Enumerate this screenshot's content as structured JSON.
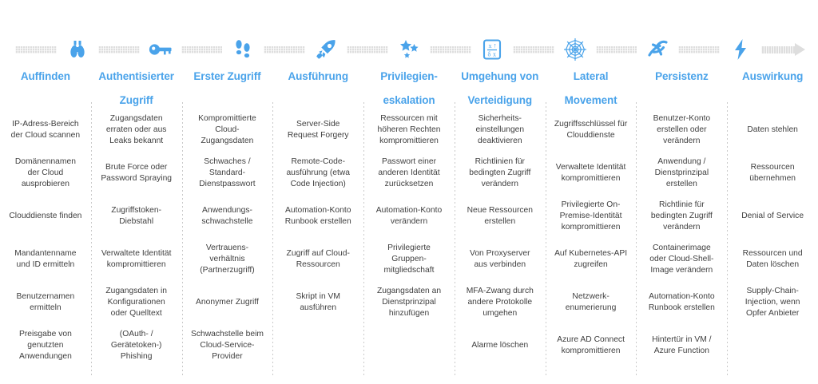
{
  "meta": {
    "accent_color": "#4aa3ea",
    "text_color": "#3f3f3f",
    "rail_color": "#dedede",
    "divider_color": "#c9c9c9"
  },
  "rail": {
    "icons": [
      {
        "name": "binoculars-icon",
        "stage": "Auffinden"
      },
      {
        "name": "key-icon",
        "stage": "Authentisierter Zugriff"
      },
      {
        "name": "footprints-icon",
        "stage": "Erster Zugriff"
      },
      {
        "name": "rocket-icon",
        "stage": "Ausführung"
      },
      {
        "name": "stars-icon",
        "stage": "Privilegieneskalation"
      },
      {
        "name": "evasion-board-icon",
        "stage": "Umgehung von Verteidigung"
      },
      {
        "name": "spider-web-icon",
        "stage": "Lateral Movement"
      },
      {
        "name": "rope-knot-icon",
        "stage": "Persistenz"
      },
      {
        "name": "lightning-bolt-icon",
        "stage": "Auswirkung"
      }
    ]
  },
  "columns": [
    {
      "id": "auffinden",
      "title_lines": [
        "Auffinden"
      ],
      "items": [
        "IP-Adress-Bereich der Cloud scannen",
        "Domänennamen der Cloud ausprobieren",
        "Clouddienste finden",
        "Mandantenname und ID ermitteln",
        "Benutzernamen ermitteln",
        "Preisgabe von genutzten Anwendungen"
      ]
    },
    {
      "id": "authentisierter-zugriff",
      "title_lines": [
        "Authentisierter",
        "Zugriff"
      ],
      "items": [
        "Zugangsdaten erraten oder aus Leaks bekannt",
        "Brute Force oder Password Spraying",
        "Zugriffstoken-Diebstahl",
        "Verwaltete Identität kompromittieren",
        "Zugangsdaten in Konfigurationen oder Quelltext",
        "(OAuth- / Gerätetoken-) Phishing"
      ]
    },
    {
      "id": "erster-zugriff",
      "title_lines": [
        "Erster Zugriff"
      ],
      "items": [
        "Kompromittierte Cloud-Zugangsdaten",
        "Schwaches / Standard-Dienstpasswort",
        "Anwendungs-schwachstelle",
        "Vertrauens-verhältnis (Partnerzugriff)",
        "Anonymer Zugriff",
        "Schwachstelle beim Cloud-Service-Provider"
      ]
    },
    {
      "id": "ausfuehrung",
      "title_lines": [
        "Ausführung"
      ],
      "items": [
        "Server-Side Request Forgery",
        "Remote-Code-ausführung (etwa Code Injection)",
        "Automation-Konto Runbook erstellen",
        "Zugriff auf Cloud-Ressourcen",
        "Skript in VM ausführen",
        ""
      ]
    },
    {
      "id": "privilegieneskalation",
      "title_lines": [
        "Privilegien-",
        "eskalation"
      ],
      "items": [
        "Ressourcen mit höheren Rechten kompromittieren",
        "Passwort einer anderen Identität zurücksetzen",
        "Automation-Konto verändern",
        "Privilegierte Gruppen-mitgliedschaft",
        "Zugangsdaten an Dienstprinzipal hinzufügen",
        ""
      ]
    },
    {
      "id": "umgehung-von-verteidigung",
      "title_lines": [
        "Umgehung von",
        "Verteidigung"
      ],
      "items": [
        "Sicherheits-einstellungen deaktivieren",
        "Richtlinien für bedingten Zugriff verändern",
        "Neue Ressourcen erstellen",
        "Von Proxyserver aus verbinden",
        "MFA-Zwang durch andere Protokolle umgehen",
        "Alarme löschen"
      ]
    },
    {
      "id": "lateral-movement",
      "title_lines": [
        "Lateral",
        "Movement"
      ],
      "items": [
        "Zugriffsschlüssel für Clouddienste",
        "Verwaltete Identität kompromittieren",
        "Privilegierte On-Premise-Identität kompromittieren",
        "Auf Kubernetes-API zugreifen",
        "Netzwerk-enumerierung",
        "Azure AD Connect kompromittieren"
      ]
    },
    {
      "id": "persistenz",
      "title_lines": [
        "Persistenz"
      ],
      "items": [
        "Benutzer-Konto erstellen oder verändern",
        "Anwendung / Dienstprinzipal erstellen",
        "Richtlinie für bedingten Zugriff verändern",
        "Containerimage oder Cloud-Shell-Image verändern",
        "Automation-Konto Runbook erstellen",
        "Hintertür in VM / Azure Function"
      ]
    },
    {
      "id": "auswirkung",
      "title_lines": [
        "Auswirkung"
      ],
      "items": [
        "Daten stehlen",
        "Ressourcen übernehmen",
        "Denial of Service",
        "Ressourcen und Daten löschen",
        "Supply-Chain-Injection, wenn Opfer Anbieter",
        ""
      ]
    }
  ]
}
